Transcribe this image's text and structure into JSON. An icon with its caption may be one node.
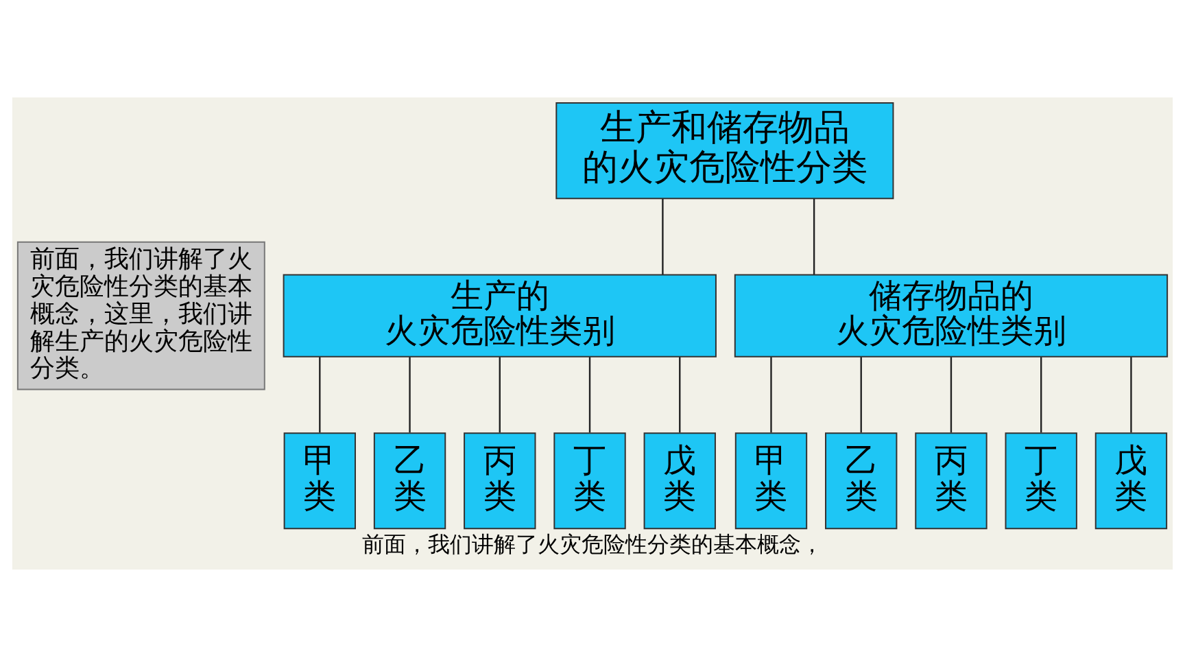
{
  "diagram": {
    "caption": "前面，我们讲解了火灾危险性分类的基本概念，",
    "nodes": [
      {
        "text": [
          "生产和储存物品的火灾危险性分类"
        ]
      },
      {
        "text": [
          "前面，我们讲解了火灾危险性分类的基本概念，这里，我们讲解生产的火灾危险性分类。"
        ]
      },
      {
        "text": [
          "生产的火灾危险性类别"
        ]
      },
      {
        "text": [
          "储存物品的火灾危险性类别"
        ]
      },
      {
        "text": [
          "甲类"
        ]
      },
      {
        "text": [
          "乙类"
        ]
      },
      {
        "text": [
          "丙类"
        ]
      },
      {
        "text": [
          "丁类"
        ]
      },
      {
        "text": [
          "戊类"
        ]
      },
      {
        "text": [
          "甲类"
        ]
      },
      {
        "text": [
          "乙类"
        ]
      },
      {
        "text": [
          "丙类"
        ]
      },
      {
        "text": [
          "丁类"
        ]
      },
      {
        "text": [
          "戊类"
        ]
      }
    ],
    "edges": [
      {
        "from": 0,
        "to": 2,
        "arrow": "none"
      },
      {
        "from": 0,
        "to": 3,
        "arrow": "none"
      },
      {
        "from": 2,
        "to": 4,
        "arrow": "none"
      },
      {
        "from": 2,
        "to": 5,
        "arrow": "none"
      },
      {
        "from": 2,
        "to": 6,
        "arrow": "none"
      },
      {
        "from": 2,
        "to": 7,
        "arrow": "none"
      },
      {
        "from": 2,
        "to": 8,
        "arrow": "none"
      },
      {
        "from": 3,
        "to": 9,
        "arrow": "none"
      },
      {
        "from": 3,
        "to": 10,
        "arrow": "none"
      },
      {
        "from": 3,
        "to": 11,
        "arrow": "none"
      },
      {
        "from": 3,
        "to": 12,
        "arrow": "none"
      },
      {
        "from": 3,
        "to": 13,
        "arrow": "none"
      }
    ]
  }
}
